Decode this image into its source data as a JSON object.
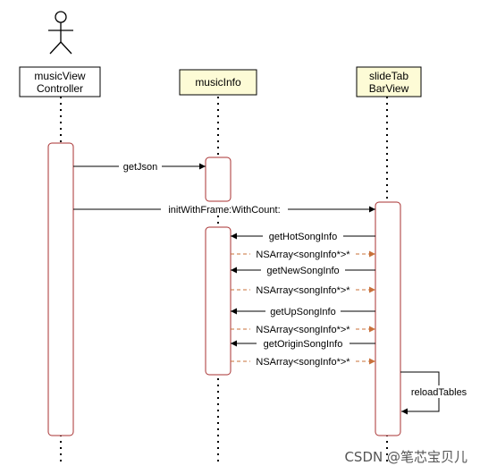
{
  "participants": {
    "controller": {
      "line1": "musicView",
      "line2": "Controller"
    },
    "info": {
      "label": "musicInfo"
    },
    "tabbar": {
      "line1": "slideTab",
      "line2": "BarView"
    }
  },
  "messages": {
    "getJson": "getJson",
    "initWithFrame": "initWithFrame:WithCount:",
    "getHotSongInfo": "getHotSongInfo",
    "ret1": "NSArray<songInfo*>*",
    "getNewSongInfo": "getNewSongInfo",
    "ret2": "NSArray<songInfo*>*",
    "getUpSongInfo": "getUpSongInfo",
    "ret3": "NSArray<songInfo*>*",
    "getOriginSongInfo": "getOriginSongInfo",
    "ret4": "NSArray<songInfo*>*",
    "reloadTables": "reloadTables"
  },
  "watermark": "CSDN @笔芯宝贝儿",
  "colors": {
    "activation_border": "#a83232",
    "participant_fill_plain": "#ffffff",
    "participant_fill_highlight": "#fdfbd6",
    "return_arrow": "#c8703a"
  }
}
